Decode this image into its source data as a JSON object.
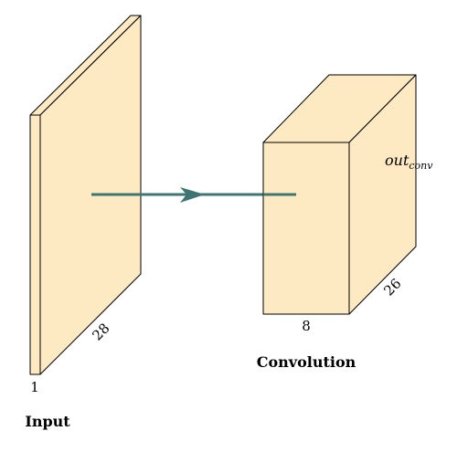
{
  "input_block": {
    "caption": "Input",
    "depth_label": "1",
    "side_label": "28"
  },
  "conv_block": {
    "caption": "Convolution",
    "front_label": "8",
    "side_label": "26",
    "output_label": "out",
    "output_subscript": "conv"
  },
  "colors": {
    "block_fill": "#fde9c2",
    "arrow": "#3e7573"
  }
}
